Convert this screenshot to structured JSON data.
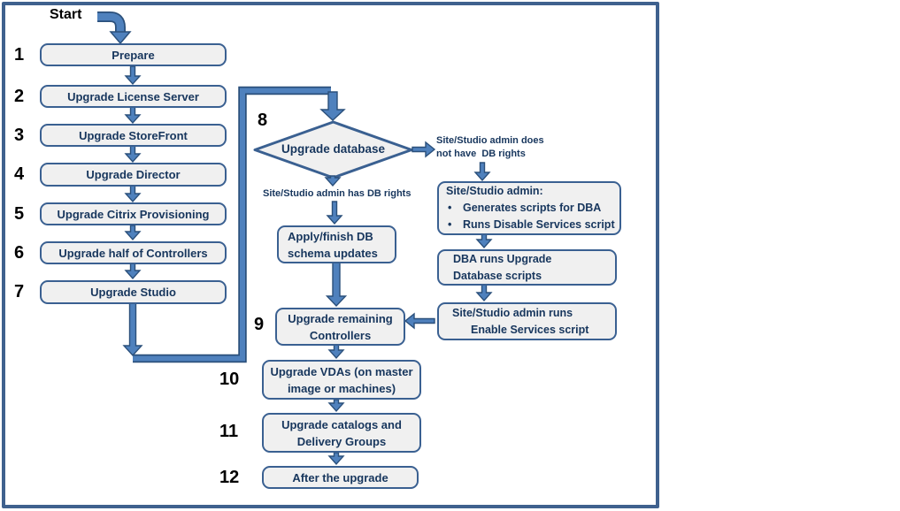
{
  "start_label": "Start",
  "bullet_glyph": "•",
  "steps": [
    {
      "num": "1",
      "label": "Prepare"
    },
    {
      "num": "2",
      "label": "Upgrade License Server"
    },
    {
      "num": "3",
      "label": "Upgrade StoreFront"
    },
    {
      "num": "4",
      "label": "Upgrade Director"
    },
    {
      "num": "5",
      "label": "Upgrade Citrix Provisioning"
    },
    {
      "num": "6",
      "label": "Upgrade half of Controllers"
    },
    {
      "num": "7",
      "label": "Upgrade Studio"
    }
  ],
  "decision": {
    "num": "8",
    "label": "Upgrade database"
  },
  "branch_has_rights": {
    "label": "Site/Studio admin has DB rights"
  },
  "branch_no_rights": {
    "label": "Site/Studio admin does\nnot have  DB rights"
  },
  "admin_scripts_box": {
    "title": "Site/Studio admin:",
    "bullets": [
      "Generates scripts for DBA",
      "Runs Disable Services script"
    ]
  },
  "dba_box": {
    "label": "DBA runs Upgrade\nDatabase scripts"
  },
  "enable_box": {
    "line1": "Site/Studio admin runs",
    "line2": "Enable Services script"
  },
  "apply_db_box": {
    "label": "Apply/finish DB\nschema updates"
  },
  "later_steps": [
    {
      "num": "9",
      "label": "Upgrade remaining\nControllers"
    },
    {
      "num": "10",
      "label": "Upgrade VDAs (on master\nimage or machines)"
    },
    {
      "num": "11",
      "label": "Upgrade catalogs and\nDelivery Groups"
    },
    {
      "num": "12",
      "label": "After the upgrade"
    }
  ],
  "colors": {
    "arrow_fill": "#4f81bd",
    "arrow_stroke": "#2b507b",
    "box_border": "#3a6091",
    "box_fill": "#f0f0f0",
    "text": "#17365d",
    "frame": "#3f618e"
  }
}
